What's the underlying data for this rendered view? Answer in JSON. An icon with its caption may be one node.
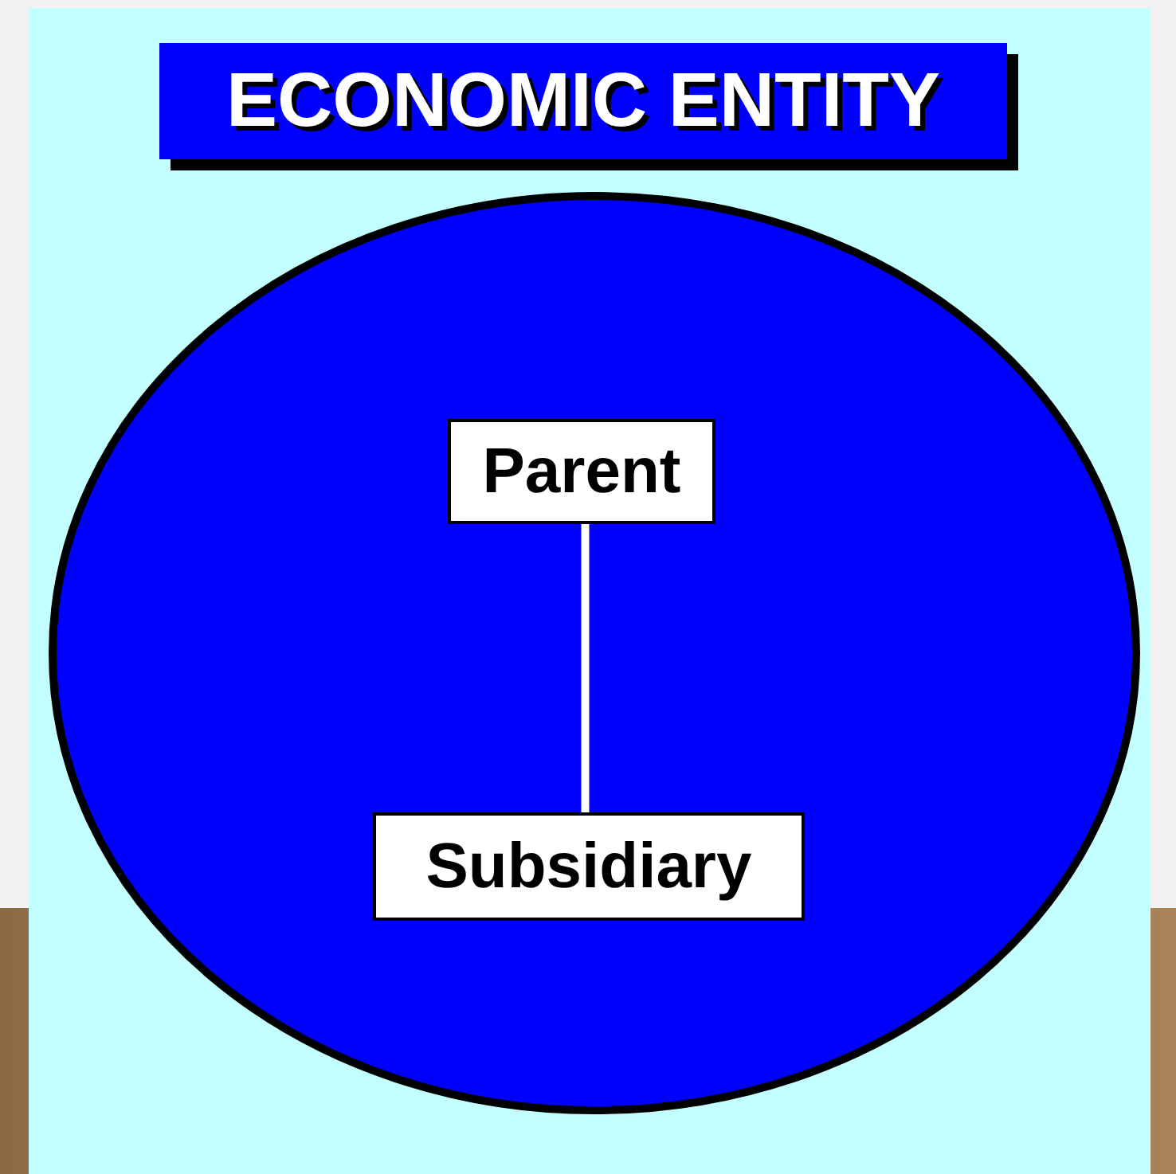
{
  "diagram": {
    "title": "ECONOMIC ENTITY",
    "nodes": [
      {
        "text": [],
        "shape": "circle"
      },
      {
        "text": [
          "Parent"
        ],
        "in": 0
      },
      {
        "text": [
          "Subsidiary"
        ],
        "in": 0
      }
    ],
    "edges": [
      {
        "from": 1,
        "to": 2,
        "arrow": "none",
        "color": "#ffffff"
      }
    ]
  }
}
